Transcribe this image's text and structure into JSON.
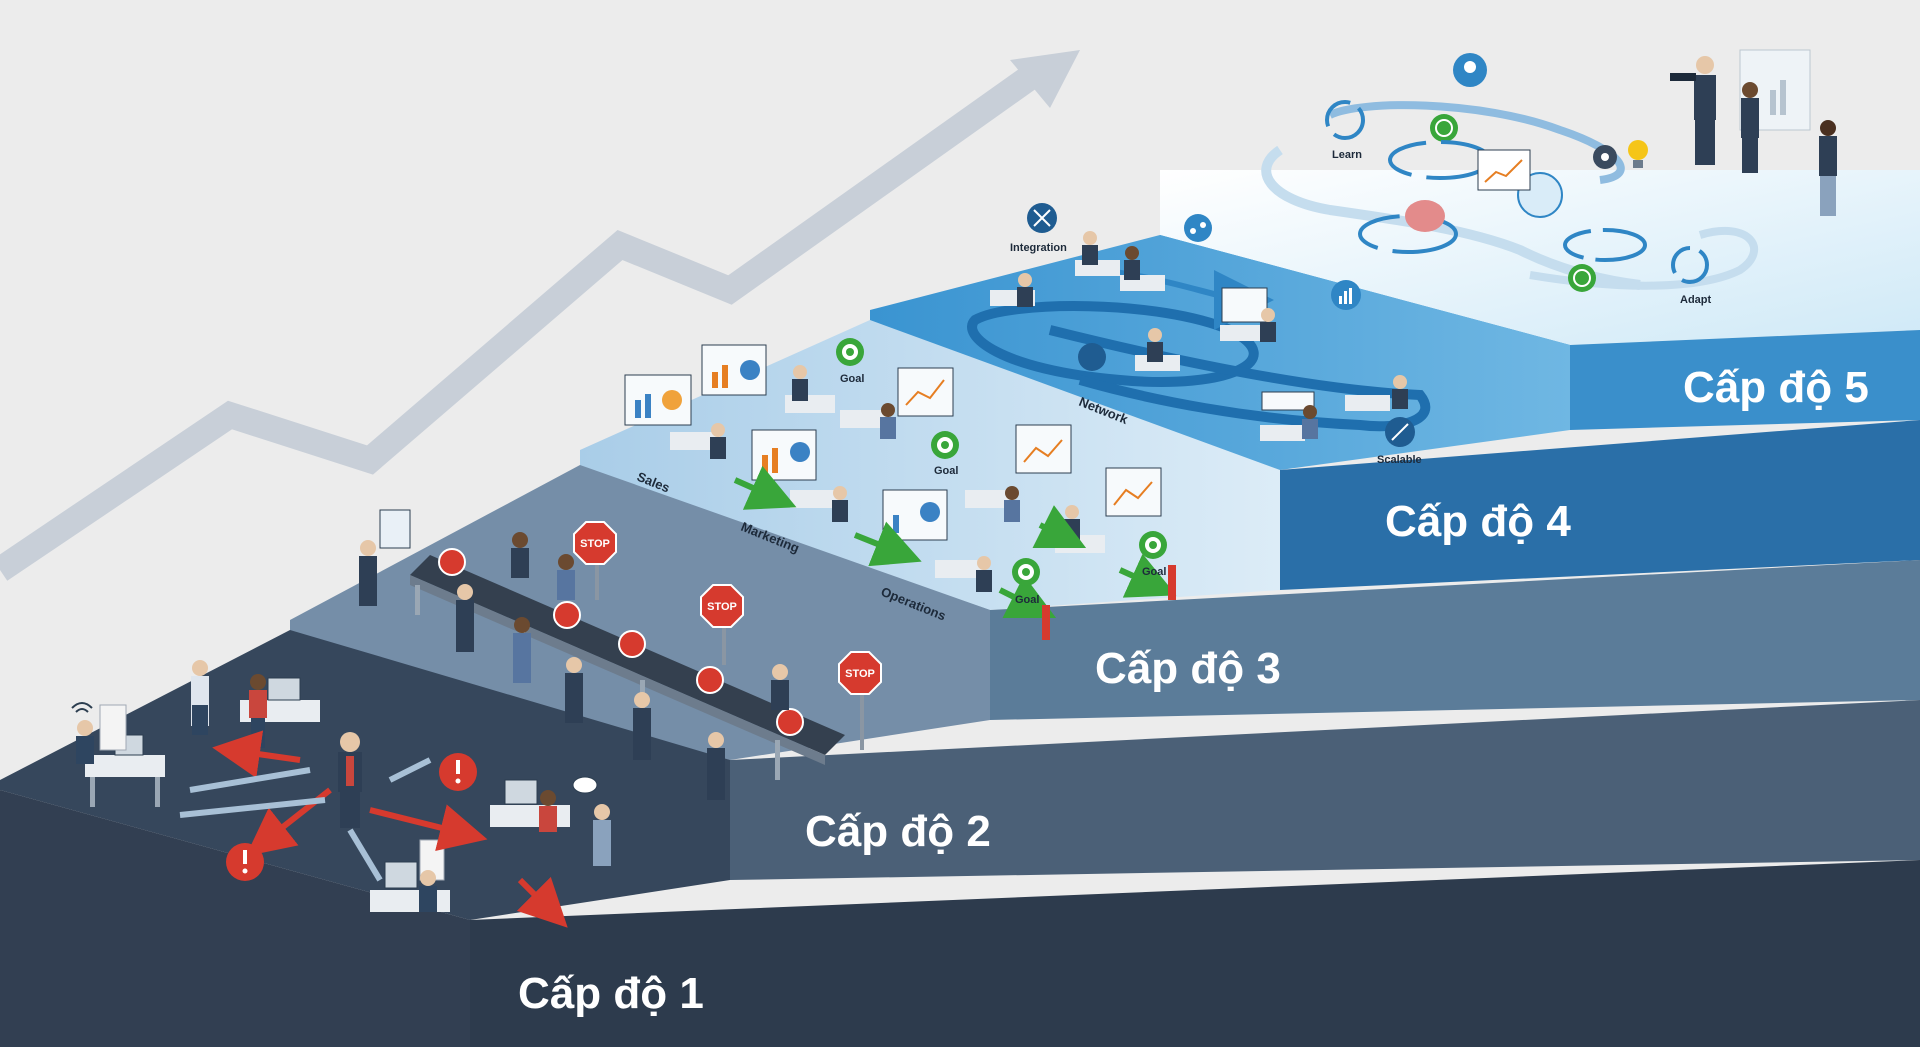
{
  "levels": [
    {
      "label": "Cấp độ 1"
    },
    {
      "label": "Cấp độ 2"
    },
    {
      "label": "Cấp độ 3"
    },
    {
      "label": "Cấp độ 4"
    },
    {
      "label": "Cấp độ 5"
    }
  ],
  "level3": {
    "lanes": [
      "Sales",
      "Marketing",
      "Operations"
    ],
    "goal": "Goal"
  },
  "level2": {
    "stop": "STOP"
  },
  "level4": {
    "integration": "Integration",
    "network": "Network",
    "scalable": "Scalable"
  },
  "level5": {
    "learn": "Learn",
    "adapt": "Adapt"
  },
  "colors": {
    "step1": "#36475c",
    "step2": "#5c7590",
    "step3": "#8fb5d6",
    "step4": "#2e86c4",
    "step5": "#cde9f8",
    "background": "#ececec"
  }
}
